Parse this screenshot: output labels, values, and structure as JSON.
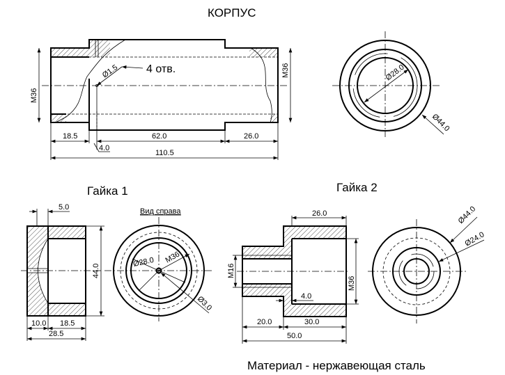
{
  "titles": {
    "korpus": "КОРПУС",
    "nut1": "Гайка 1",
    "nut2": "Гайка 2",
    "right_view": "Вид справа",
    "material": "Материал - нержавеющая сталь"
  },
  "korpus": {
    "hole_dia": "Ø1.5",
    "holes": "4 отв.",
    "m36_left": "M36",
    "m36_right": "M36",
    "d1": "18.5",
    "d2": "62.0",
    "d3": "26.0",
    "d4": "4.0",
    "total": "110.5",
    "dia_inner": "Ø28.0",
    "dia_outer": "Ø44.0"
  },
  "nut1": {
    "d_top": "5.0",
    "height": "44.0",
    "d1": "10.0",
    "d2": "18.5",
    "total": "28.5",
    "dia_inner": "Ø28.0",
    "thread": "M36",
    "hole": "Ø3.0"
  },
  "nut2": {
    "d_top": "26.0",
    "m16": "M16",
    "m36": "M36",
    "d_wall": "4.0",
    "d1": "20.0",
    "d2": "30.0",
    "total": "50.0",
    "dia_outer": "Ø44.0",
    "dia_inner": "Ø24.0"
  }
}
